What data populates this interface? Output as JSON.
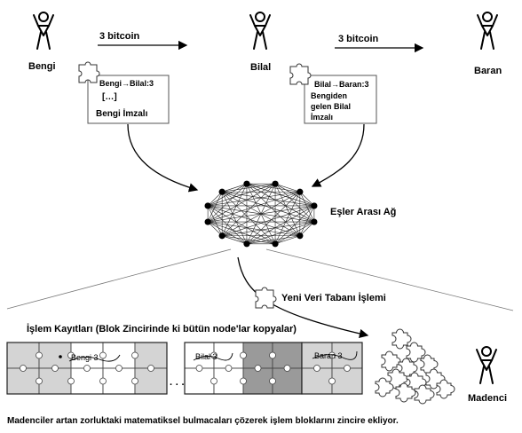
{
  "people": {
    "bengi": "Bengi",
    "bilal": "Bilal",
    "baran": "Baran",
    "madenci": "Madenci"
  },
  "transfers": {
    "first": "3 bitcoin",
    "second": "3 bitcoin"
  },
  "transaction1": {
    "line1": "Bengi→Bilal:3",
    "line2": "[…]",
    "line3": "Bengi İmzalı"
  },
  "transaction2": {
    "line1": "Bilal→Baran:3",
    "line2": "Bengiden",
    "line3": "gelen Bilal",
    "line4": "İmzalı"
  },
  "network_label": "Eşler Arası Ağ",
  "new_db_label": "Yeni Veri Tabanı İşlemi",
  "ledger_title": "İşlem Kayıtları (Blok Zincirinde ki bütün node'lar kopyalar)",
  "ledger_entries": {
    "entry1": "Bengi 3",
    "entry2": "Bilal 3",
    "entry3": "Baran 3"
  },
  "ellipsis": "· · ·",
  "caption": "Madenciler artan zorluktaki matematiksel bulmacaları çözerek işlem bloklarını zincire ekliyor.",
  "colors": {
    "piece_gray": "#d4d4d4",
    "piece_dark": "#9a9a9a",
    "piece_white": "#ffffff",
    "line": "#000000"
  }
}
